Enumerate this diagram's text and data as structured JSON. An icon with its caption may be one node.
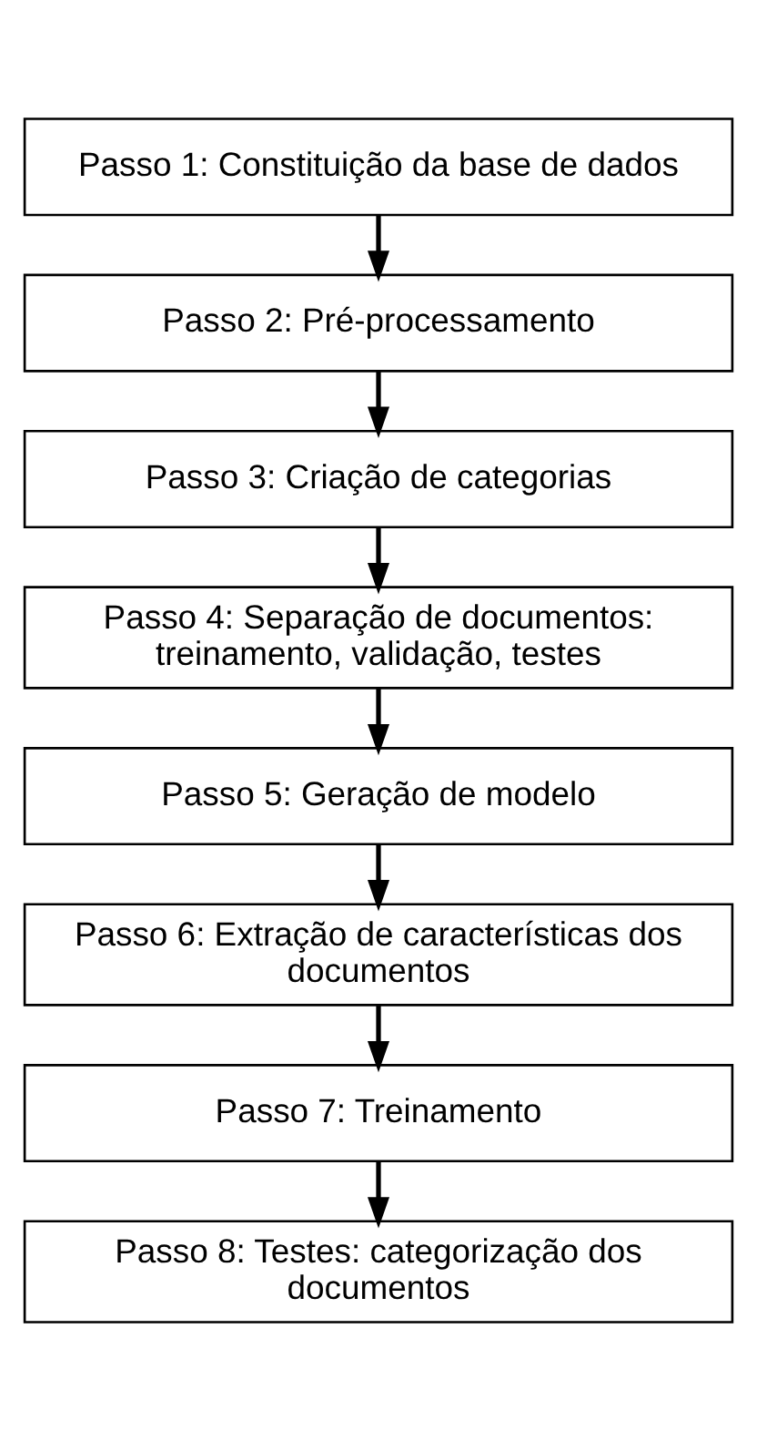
{
  "diagram": {
    "nodes": [
      {
        "text": [
          "Passo 1: Constituição da base de dados"
        ]
      },
      {
        "text": [
          "Passo 2: Pré-processamento"
        ]
      },
      {
        "text": [
          "Passo 3: Criação de categorias"
        ]
      },
      {
        "text": [
          "Passo 4: Separação de documentos: treinamento, validação, testes"
        ]
      },
      {
        "text": [
          "Passo 5: Geração de modelo"
        ]
      },
      {
        "text": [
          "Passo 6: Extração de características dos documentos"
        ]
      },
      {
        "text": [
          "Passo 7: Treinamento"
        ]
      },
      {
        "text": [
          "Passo 8: Testes: categorização dos documentos"
        ]
      }
    ],
    "edges": [
      {
        "from": 0,
        "to": 1,
        "arrow": "to"
      },
      {
        "from": 1,
        "to": 2,
        "arrow": "to"
      },
      {
        "from": 2,
        "to": 3,
        "arrow": "to"
      },
      {
        "from": 3,
        "to": 4,
        "arrow": "to"
      },
      {
        "from": 4,
        "to": 5,
        "arrow": "to"
      },
      {
        "from": 5,
        "to": 6,
        "arrow": "to"
      },
      {
        "from": 6,
        "to": 7,
        "arrow": "to"
      }
    ]
  }
}
